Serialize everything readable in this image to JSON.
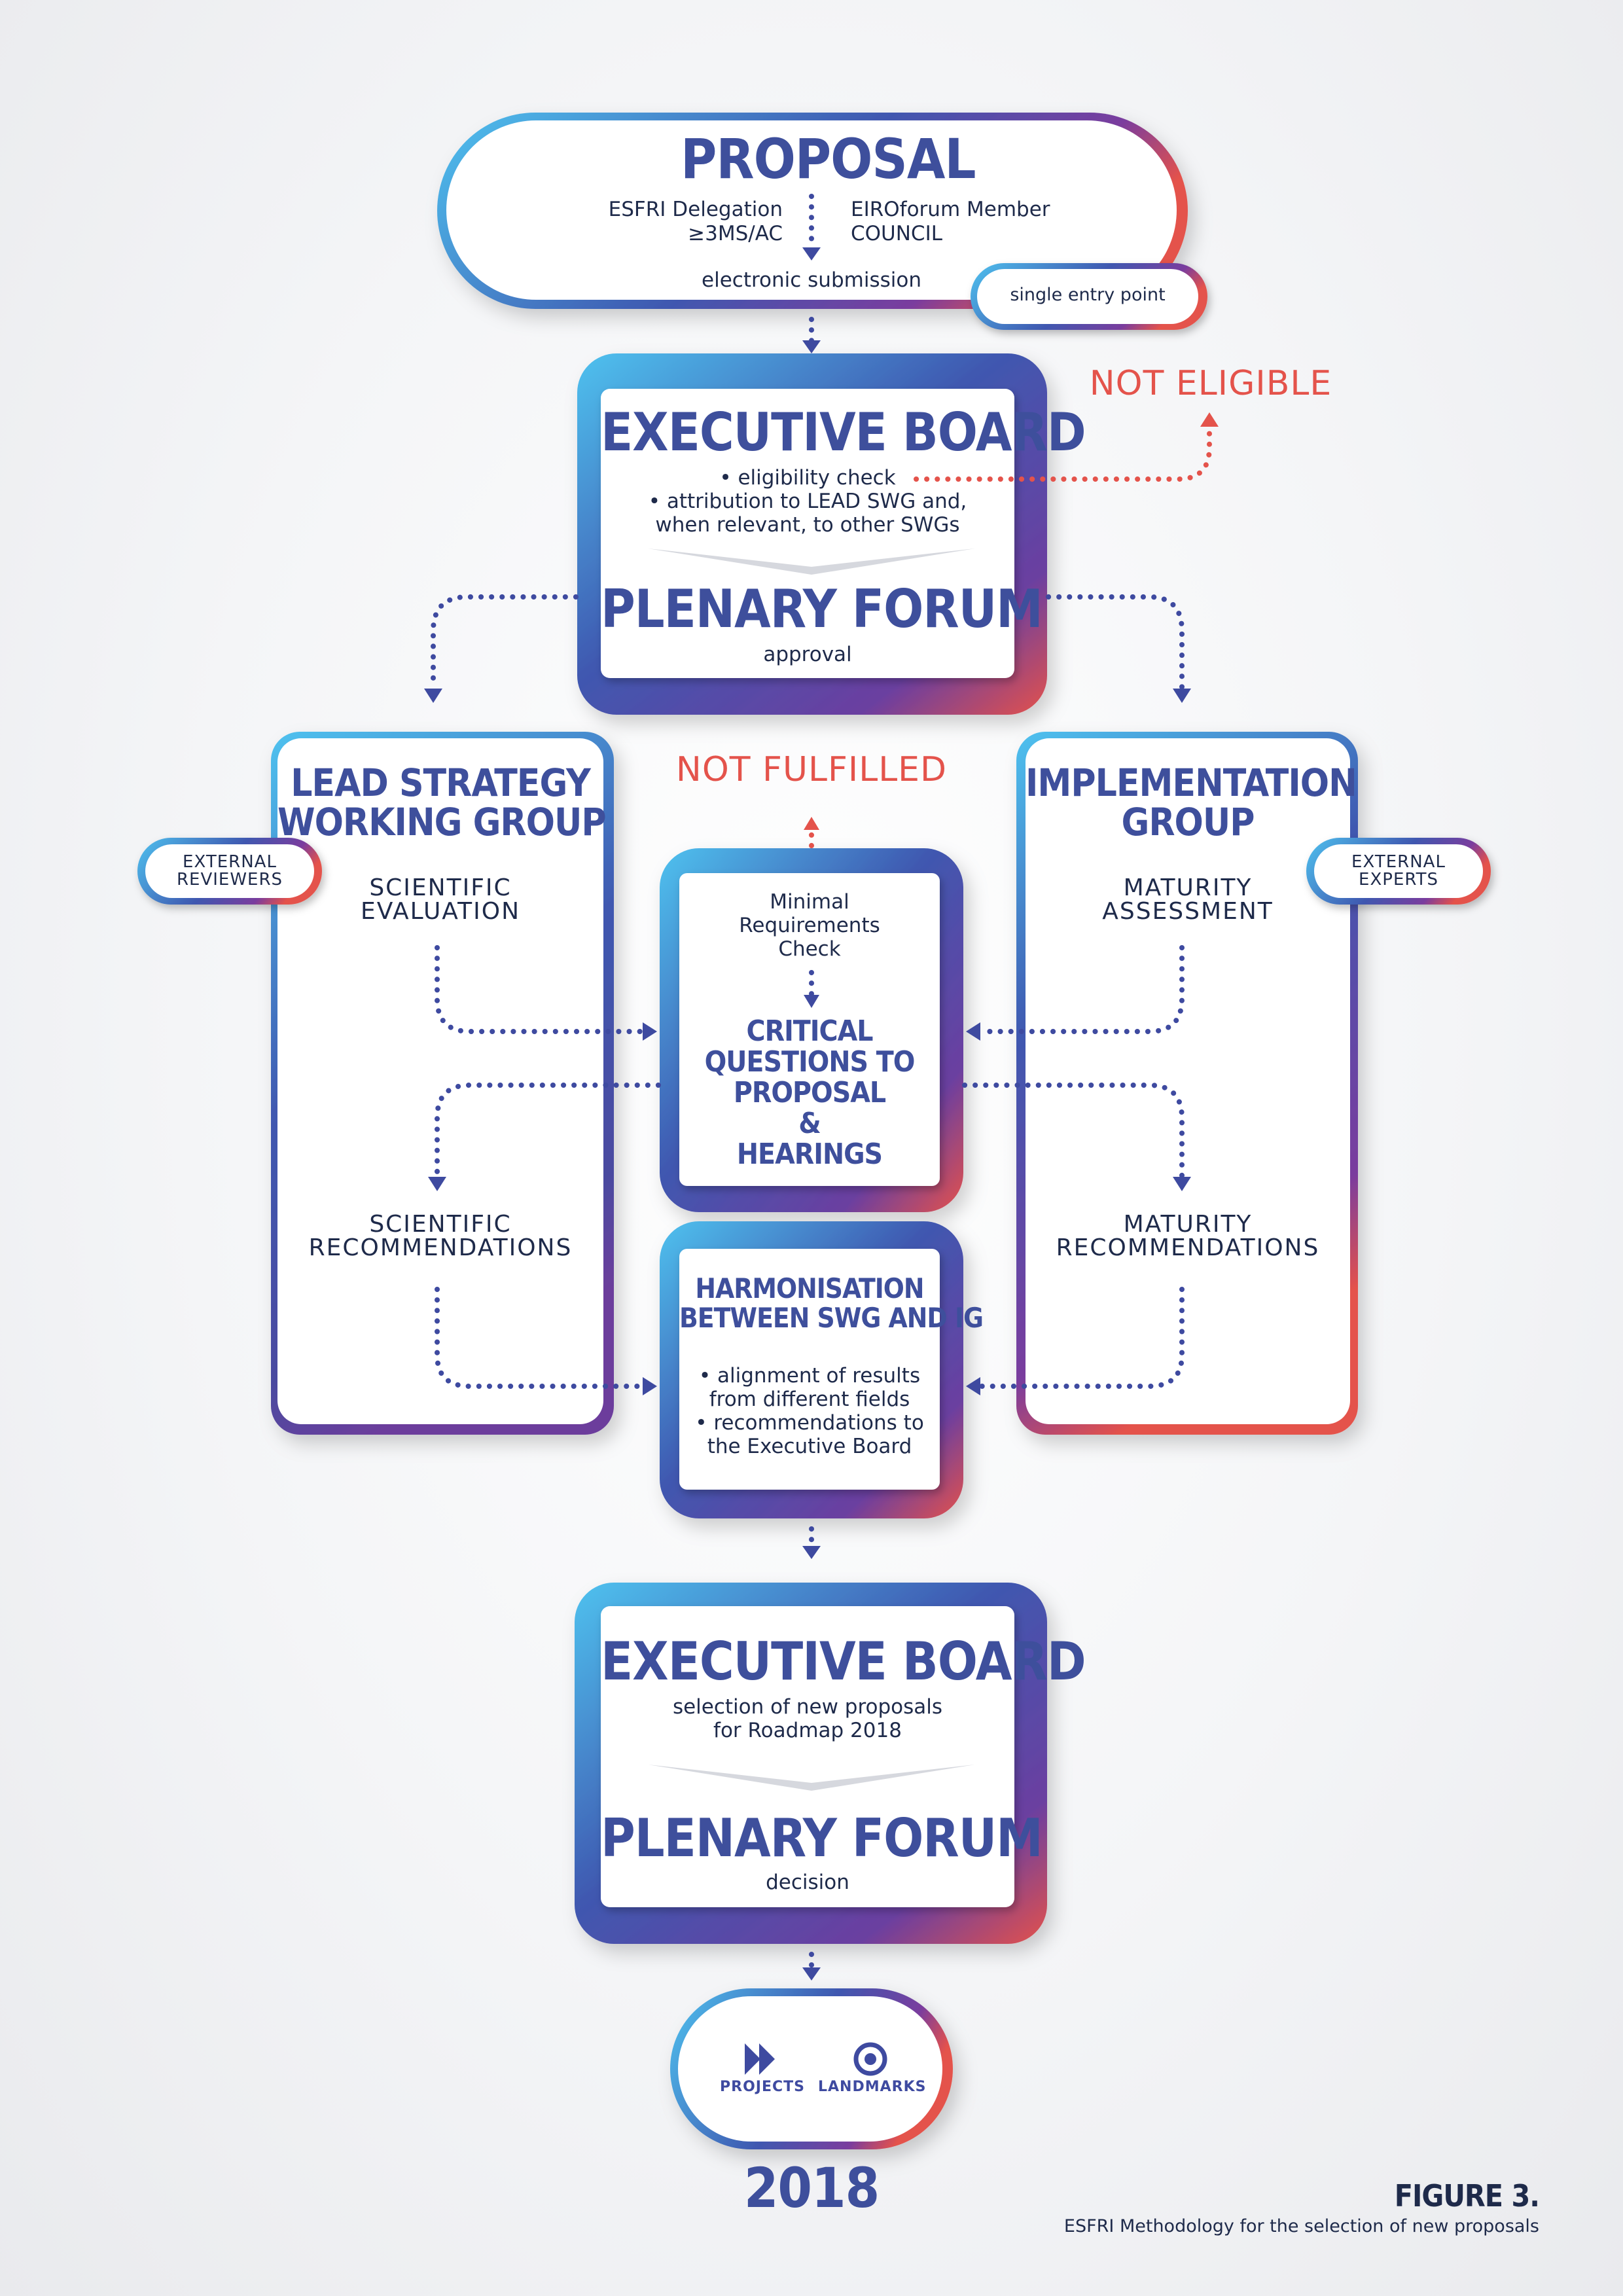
{
  "colors": {
    "blue_light": "#4fc0ee",
    "blue_dark": "#3d4b9e",
    "purple": "#8a3b9c",
    "red": "#e4534b",
    "dot_blue": "#3e4aa0"
  },
  "proposal": {
    "title": "PROPOSAL",
    "left_line1": "ESFRI Delegation",
    "left_line2": "≥3MS/AC",
    "right_line1": "EIROforum Member",
    "right_line2": "COUNCIL",
    "submission": "electronic submission",
    "entry_point": "single entry point"
  },
  "not_eligible": "NOT ELIGIBLE",
  "board1": {
    "title": "EXECUTIVE BOARD",
    "bullet1": "• eligibility check",
    "bullet2": "• attribution to LEAD SWG and,",
    "bullet3": "when relevant, to other SWGs",
    "forum_title": "PLENARY FORUM",
    "forum_sub": "approval"
  },
  "lead_swg": {
    "title1": "LEAD STRATEGY",
    "title2": "WORKING GROUP",
    "step1_line1": "SCIENTIFIC",
    "step1_line2": "EVALUATION",
    "step2_line1": "SCIENTIFIC",
    "step2_line2": "RECOMMENDATIONS",
    "badge_line1": "EXTERNAL",
    "badge_line2": "REVIEWERS"
  },
  "ig": {
    "title1": "IMPLEMENTATION",
    "title2": "GROUP",
    "step1_line1": "MATURITY",
    "step1_line2": "ASSESSMENT",
    "step2_line1": "MATURITY",
    "step2_line2": "RECOMMENDATIONS",
    "badge_line1": "EXTERNAL",
    "badge_line2": "EXPERTS"
  },
  "not_fulfilled": "NOT FULFILLED",
  "check": {
    "line1": "Minimal",
    "line2": "Requirements",
    "line3": "Check",
    "q1": "CRITICAL",
    "q2": "QUESTIONS TO",
    "q3": "PROPOSAL",
    "q4": "&",
    "q5": "HEARINGS"
  },
  "harmonisation": {
    "title1": "HARMONISATION",
    "title2": "BETWEEN SWG AND IG",
    "b1": "• alignment of results",
    "b2": "from different fields",
    "b3": "• recommendations to",
    "b4": "the Executive Board"
  },
  "board2": {
    "title": "EXECUTIVE BOARD",
    "line1": "selection of new proposals",
    "line2": "for Roadmap 2018",
    "forum_title": "PLENARY FORUM",
    "forum_sub": "decision"
  },
  "outcome": {
    "projects": "PROJECTS",
    "landmarks": "LANDMARKS",
    "year": "2018",
    "projects_icon": "fast-forward-icon",
    "landmarks_icon": "target-icon"
  },
  "figure": {
    "label": "FIGURE 3.",
    "caption": "ESFRI Methodology for the selection of new proposals"
  }
}
